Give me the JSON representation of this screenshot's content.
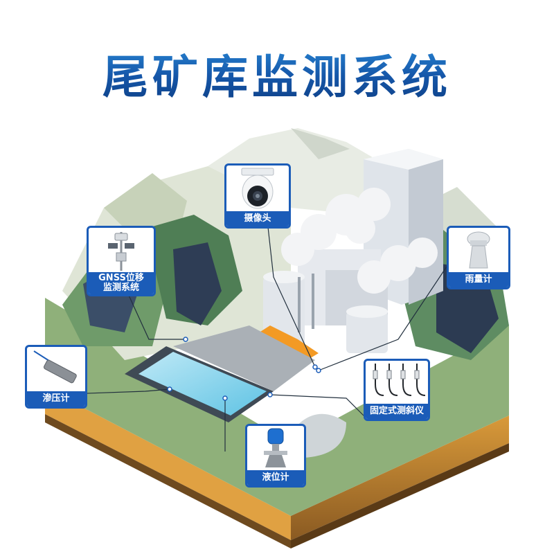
{
  "title": "尾矿库监测系统",
  "sensors": {
    "camera": "摄像头",
    "gnss_line1": "GNSS位移",
    "gnss_line2": "监测系统",
    "rain_gauge": "雨量计",
    "piezometer": "渗压计",
    "inclinometer": "固定式测斜仪",
    "level_gauge": "液位计"
  },
  "colors": {
    "title": "#1a5fb0",
    "card_border": "#1b5cb8",
    "card_label_bg": "#1b5cb8"
  },
  "icons": {
    "camera": "dome-camera-icon",
    "gnss": "gnss-station-icon",
    "rain": "rain-gauge-icon",
    "piezometer": "piezometer-icon",
    "inclinometer": "inclinometer-icon",
    "level": "radar-level-icon"
  }
}
